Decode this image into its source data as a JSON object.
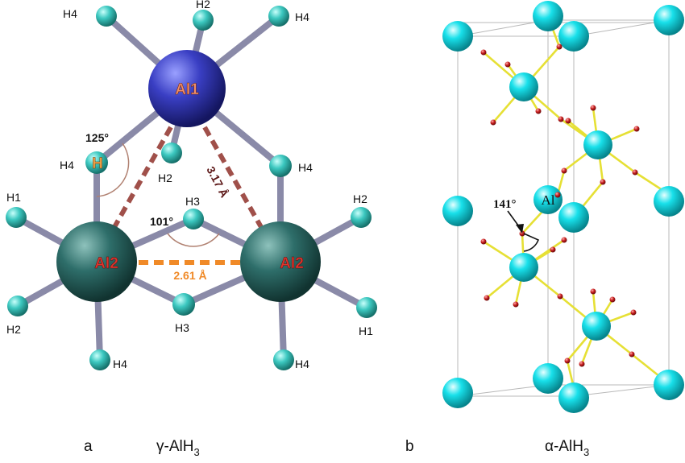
{
  "panel_a": {
    "letter": "a",
    "title_prefix": "γ-AlH",
    "title_sub": "3",
    "atoms": {
      "al1": "Al1",
      "al2_left": "Al2",
      "al2_right": "Al2",
      "h_bridge": "H"
    },
    "h_labels": {
      "h4_top_left": "H4",
      "h2_top": "H2",
      "h4_top_right": "H4",
      "h4_left": "H4",
      "h2_mid": "H2",
      "h4_right": "H4",
      "h3_top": "H3",
      "h1_left": "H1",
      "h2_right": "H2",
      "h2_left": "H2",
      "h3_bottom": "H3",
      "h1_right": "H1",
      "h4_bottom_left": "H4",
      "h4_bottom_right": "H4"
    },
    "measurements": {
      "angle_h": "125°",
      "angle_h3": "101°",
      "dist_al1_al2": "3.17 Å",
      "dist_al2_al2": "2.61 Å"
    },
    "colors": {
      "al1": "#3a3fc4",
      "al2": "#2e6e6a",
      "hydrogen": "#3cc8c0",
      "bond": "#8a8aa8",
      "dash_red": "#a0504a",
      "dash_orange": "#f08a28"
    }
  },
  "panel_b": {
    "letter": "b",
    "title_prefix": "α-AlH",
    "title_sub": "3",
    "atom_label": "Al",
    "angle_label": "141°",
    "colors": {
      "al": "#18e0ea",
      "hydrogen": "#c82020",
      "bond": "#e6e035",
      "cell": "#b8b8b8"
    }
  }
}
